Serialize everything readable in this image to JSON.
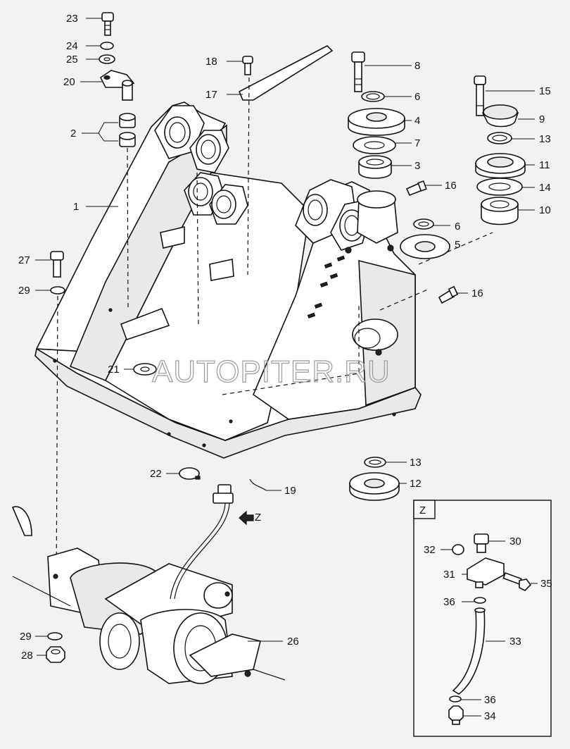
{
  "watermark": "AUTOPITER.RU",
  "detail_view": {
    "letter": "Z"
  },
  "view_arrow_label": "Z",
  "callouts": {
    "c1": "1",
    "c2": "2",
    "c3": "3",
    "c4": "4",
    "c5": "5",
    "c6a": "6",
    "c6b": "6",
    "c7": "7",
    "c8": "8",
    "c9": "9",
    "c10": "10",
    "c11": "11",
    "c12": "12",
    "c13a": "13",
    "c13b": "13",
    "c14": "14",
    "c15": "15",
    "c16a": "16",
    "c16b": "16",
    "c17": "17",
    "c18": "18",
    "c19": "19",
    "c20": "20",
    "c21": "21",
    "c22": "22",
    "c23": "23",
    "c24": "24",
    "c25": "25",
    "c26": "26",
    "c27": "27",
    "c28": "28",
    "c29a": "29",
    "c29b": "29",
    "c30": "30",
    "c31": "31",
    "c32": "32",
    "c33": "33",
    "c34": "34",
    "c35": "35",
    "c36a": "36",
    "c36b": "36"
  }
}
